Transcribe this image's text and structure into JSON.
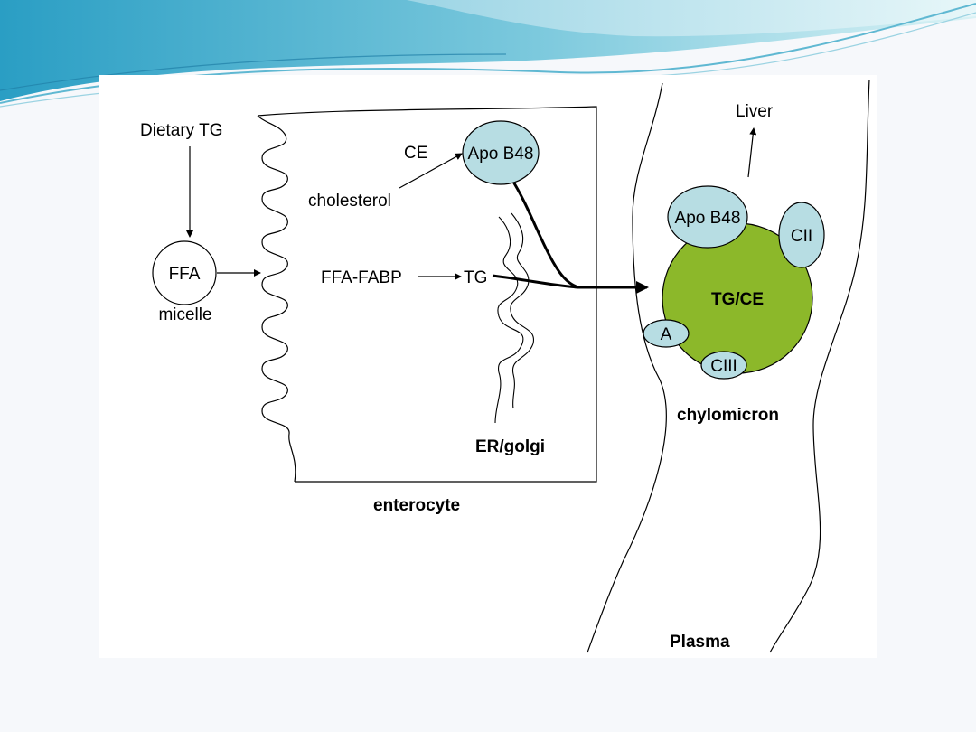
{
  "diagram": {
    "labels": {
      "dietary_tg": "Dietary TG",
      "ffa": "FFA",
      "micelle": "micelle",
      "ce": "CE",
      "apo_b48_enterocyte": "Apo B48",
      "cholesterol": "cholesterol",
      "ffa_fabp": "FFA-FABP",
      "tg": "TG",
      "er_golgi": "ER/golgi",
      "enterocyte": "enterocyte",
      "liver": "Liver",
      "apo_b48_chylomicron": "Apo B48",
      "cii": "CII",
      "tg_ce": "TG/CE",
      "a": "A",
      "ciii": "CIII",
      "chylomicron": "chylomicron",
      "plasma": "Plasma"
    },
    "colors": {
      "apo_protein_fill": "#b7dde3",
      "chylomicron_core": "#8cb82a",
      "header_wave_dark": "#2a9ec4",
      "header_wave_light": "#bfe7ef"
    }
  }
}
